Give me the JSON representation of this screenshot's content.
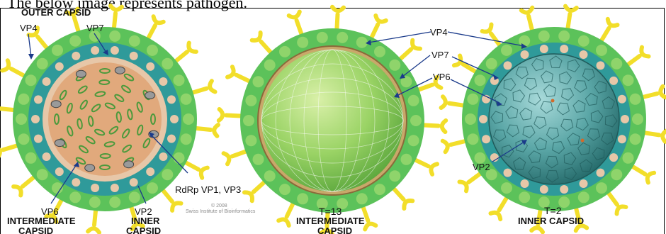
{
  "caption": "The below image represents pathogen.",
  "panel1": {
    "outer_capsid": "OUTER CAPSID",
    "vp4": "VP4",
    "vp7": "VP7",
    "rdrp": "RdRp VP1, VP3",
    "vp6": "VP6",
    "intermediate_capsid": "INTERMEDIATE",
    "intermediate_capsid_2": "CAPSID",
    "vp2": "VP2",
    "inner_capsid": "INNER",
    "inner_capsid_2": "CAPSID"
  },
  "credit": {
    "year": "© 2008",
    "org": "Swiss Institute of Bioinformatics"
  },
  "panel2": {
    "vp4": "VP4",
    "vp7": "VP7",
    "vp6": "VP6",
    "t_number": "T=13",
    "title": "INTERMEDIATE",
    "title_2": "CAPSID"
  },
  "panel3": {
    "vp2": "VP2",
    "t_number": "T=2",
    "title": "INNER CAPSID"
  },
  "colors": {
    "spike": "#f2de2a",
    "outer_shell": "#5cc25a",
    "outer_knob": "#8fd46b",
    "vp6_shell": "#2f9a9a",
    "pinkish_knob": "#e7c7a8",
    "core": "#e1a97c",
    "genome": "#4b9a3c",
    "sphere_green": "#9ad365",
    "inner_teal": "#3d8f8f"
  }
}
